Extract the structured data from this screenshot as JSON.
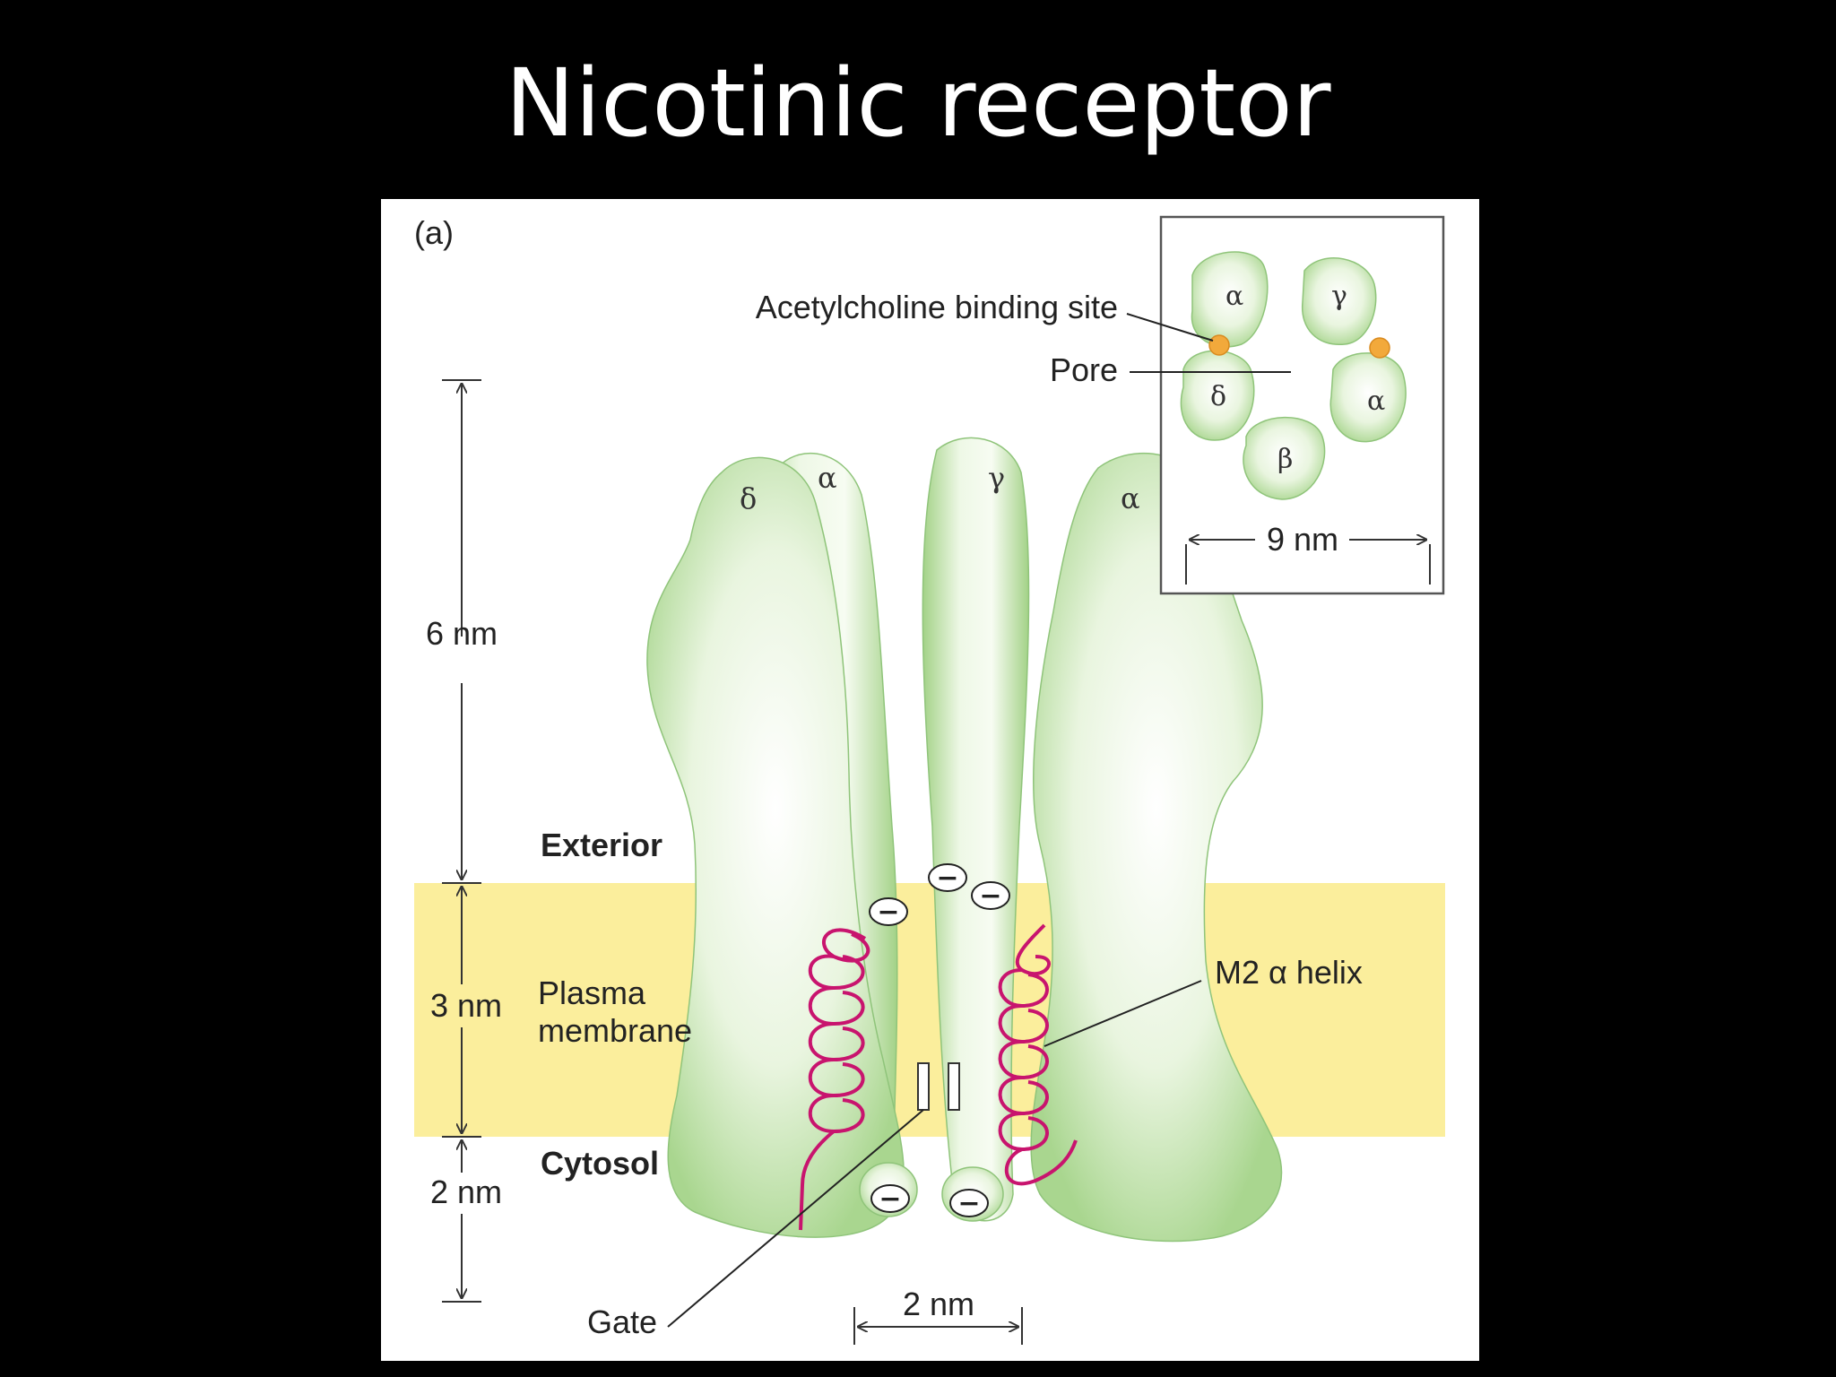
{
  "title": "Nicotinic receptor",
  "figure": {
    "panel_label": "(a)",
    "subunits_side": [
      "δ",
      "α",
      "γ",
      "α"
    ],
    "inset": {
      "subunits": [
        "α",
        "γ",
        "δ",
        "α",
        "β"
      ],
      "binding_site_label": "Acetylcholine binding site",
      "pore_label": "Pore",
      "width_label": "9 nm"
    },
    "dimensions": {
      "top": "6 nm",
      "membrane": "3 nm",
      "bottom": "2 nm",
      "pore_width": "2 nm"
    },
    "regions": {
      "exterior": "Exterior",
      "membrane_line1": "Plasma",
      "membrane_line2": "membrane",
      "cytosol": "Cytosol"
    },
    "labels": {
      "helix": "M2 α helix",
      "gate": "Gate"
    },
    "charge_symbol": "−",
    "colors": {
      "protein": "#c8e6b4",
      "protein_edge": "#8fc47a",
      "membrane": "#fbee9c",
      "helix": "#c8146e",
      "binding_site": "#f2a93b"
    }
  }
}
